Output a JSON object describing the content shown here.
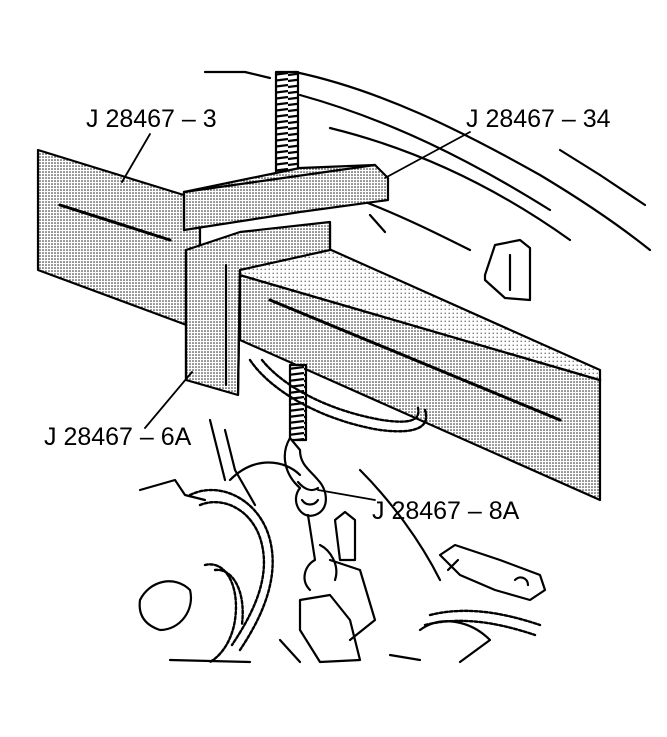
{
  "diagram": {
    "callouts": [
      {
        "id": "j28467-3",
        "text": "J 28467 – 3"
      },
      {
        "id": "j28467-34",
        "text": "J 28467 – 34"
      },
      {
        "id": "j28467-6a",
        "text": "J 28467 – 6A"
      },
      {
        "id": "j28467-8a",
        "text": "J 28467 – 8A"
      }
    ]
  }
}
